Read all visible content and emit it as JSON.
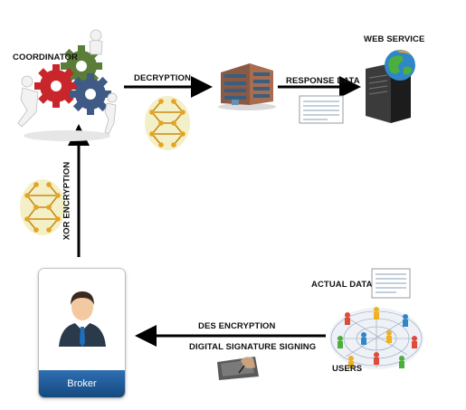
{
  "labels": {
    "coordinator": "COORDINATOR",
    "decryption": "DECRYPTION",
    "response_data": "RESPONSE DATA",
    "web_service": "WEB SERVICE",
    "xor_encryption": "XOR ENCRYPTION",
    "actual_data": "ACTUAL DATA",
    "des_encryption": "DES ENCRYPTION",
    "digital_signature": "DIGITAL SIGNATURE SIGNING",
    "users": "USERS",
    "broker": "Broker"
  },
  "icons": {
    "coordinator": "gears-with-figures-icon",
    "decryption_key": "chain-network-icon",
    "server_building": "building-icon",
    "response_document": "document-icon",
    "web_service": "web-server-globe-icon",
    "xor_key": "chain-network-icon",
    "actual_data_document": "document-icon",
    "users_network": "people-network-icon",
    "signature_pad": "signature-pad-icon",
    "broker_avatar": "businessman-avatar-icon"
  }
}
